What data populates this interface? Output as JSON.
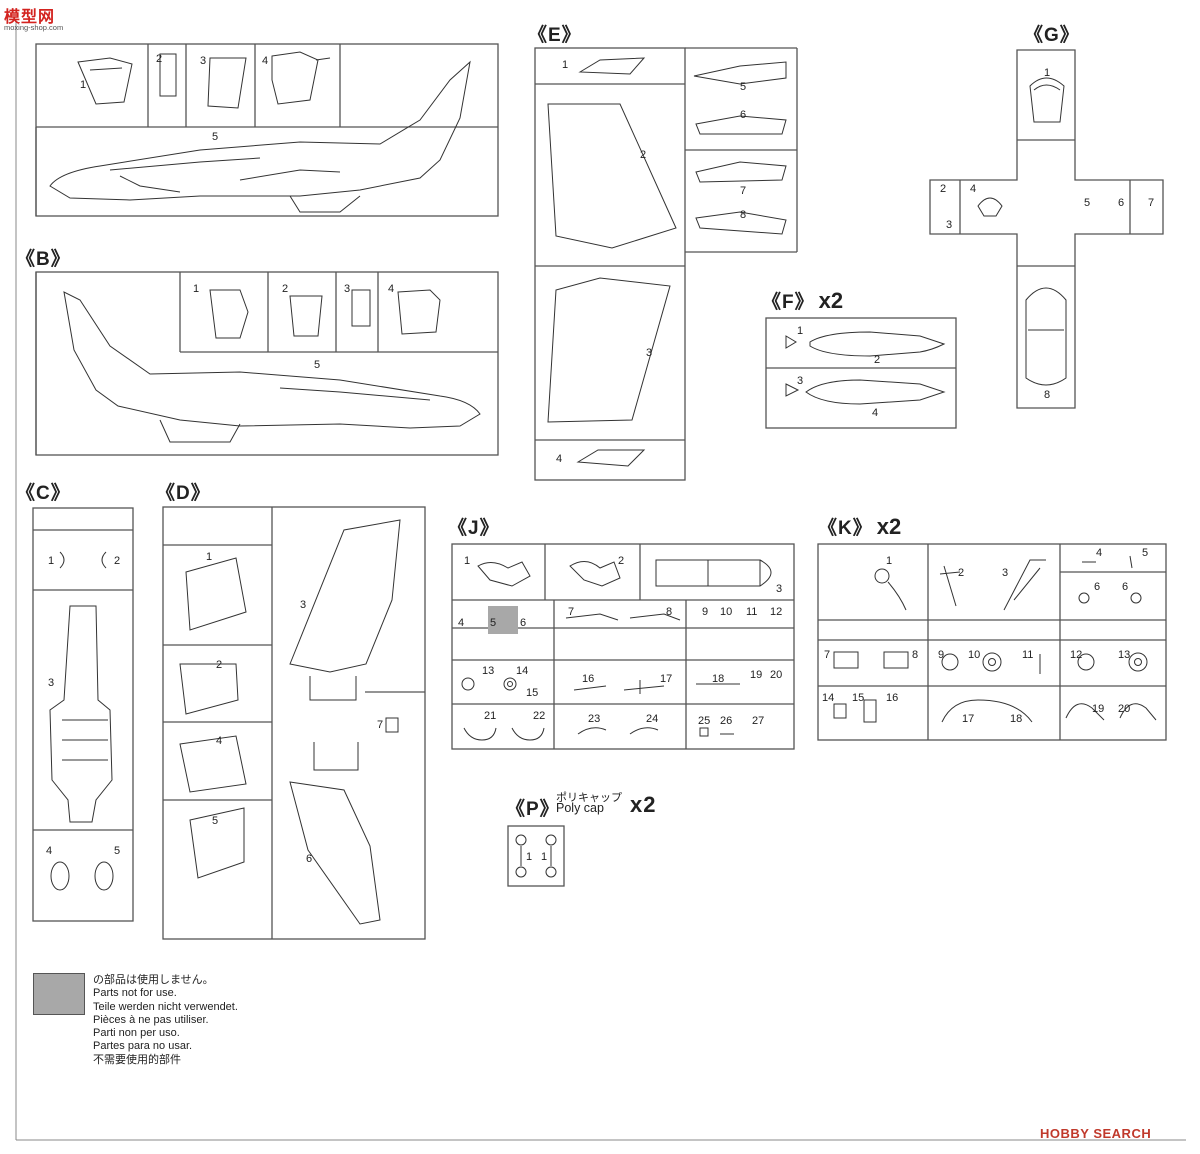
{
  "watermark": {
    "site_cn": "模型网",
    "site_url": "moxing-shop.com",
    "footer_brand": "HOBBY SEARCH"
  },
  "colors": {
    "ink": "#222222",
    "sprue_line": "#555555",
    "unused_fill": "#a8a8a8",
    "logo_red": "#d3231f"
  },
  "sprues": [
    {
      "id": "A",
      "label": "",
      "multiplier": "",
      "part_labels": [
        "1",
        "2",
        "3",
        "4",
        "5"
      ]
    },
    {
      "id": "B",
      "label": "《B》",
      "multiplier": "",
      "part_labels": [
        "1",
        "2",
        "3",
        "4",
        "5"
      ]
    },
    {
      "id": "C",
      "label": "《C》",
      "multiplier": "",
      "part_labels": [
        "1",
        "2",
        "3",
        "4",
        "5"
      ]
    },
    {
      "id": "D",
      "label": "《D》",
      "multiplier": "",
      "part_labels": [
        "1",
        "2",
        "3",
        "4",
        "5",
        "6",
        "7"
      ]
    },
    {
      "id": "E",
      "label": "《E》",
      "multiplier": "",
      "part_labels": [
        "1",
        "2",
        "3",
        "4",
        "5",
        "6",
        "7",
        "8"
      ]
    },
    {
      "id": "F",
      "label": "《F》",
      "multiplier": "x2",
      "part_labels": [
        "1",
        "2",
        "3",
        "4"
      ]
    },
    {
      "id": "G",
      "label": "《G》",
      "multiplier": "",
      "part_labels": [
        "1",
        "2",
        "3",
        "4",
        "5",
        "6",
        "7",
        "8"
      ]
    },
    {
      "id": "J",
      "label": "《J》",
      "multiplier": "",
      "part_labels": [
        "1",
        "2",
        "3",
        "4",
        "5",
        "6",
        "7",
        "8",
        "9",
        "10",
        "11",
        "12",
        "13",
        "14",
        "15",
        "16",
        "17",
        "18",
        "19",
        "20",
        "21",
        "22",
        "23",
        "24",
        "25",
        "26",
        "27"
      ]
    },
    {
      "id": "K",
      "label": "《K》",
      "multiplier": "x2",
      "part_labels": [
        "1",
        "2",
        "3",
        "4",
        "5",
        "6",
        "6",
        "7",
        "8",
        "9",
        "10",
        "11",
        "12",
        "13",
        "14",
        "15",
        "16",
        "17",
        "18",
        "19",
        "20"
      ]
    },
    {
      "id": "P",
      "label": "《P》",
      "multiplier": "x2",
      "title_jp": "ポリキャップ",
      "title_en": "Poly cap",
      "part_labels": [
        "1",
        "1"
      ]
    }
  ],
  "legend": {
    "lines": [
      "の部品は使用しません。",
      "Parts not for use.",
      "Teile werden nicht verwendet.",
      "Pièces à ne pas utiliser.",
      "Parti non per uso.",
      "Partes para no usar.",
      "不需要使用的部件"
    ]
  }
}
